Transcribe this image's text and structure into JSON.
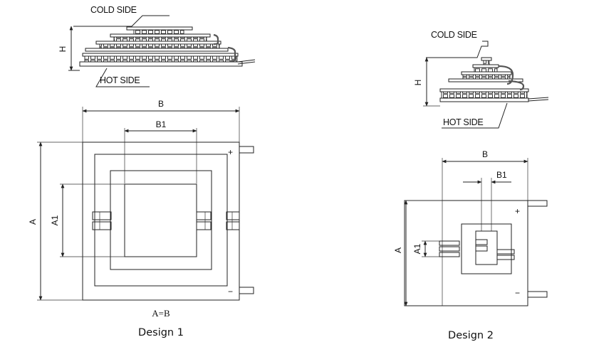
{
  "design1": {
    "caption": "Design 1",
    "cold_side": "COLD SIDE",
    "hot_side": "HOT SIDE",
    "dim_h": "H",
    "dim_b": "B",
    "dim_b1": "B1",
    "dim_a": "A",
    "dim_a1": "A1",
    "plus": "+",
    "minus": "−",
    "equation": "A=B"
  },
  "design2": {
    "caption": "Design 2",
    "cold_side": "COLD SIDE",
    "hot_side": "HOT SIDE",
    "dim_h": "H",
    "dim_b": "B",
    "dim_b1": "B1",
    "dim_a": "A",
    "dim_a1": "A1",
    "plus": "+",
    "minus": "−"
  }
}
